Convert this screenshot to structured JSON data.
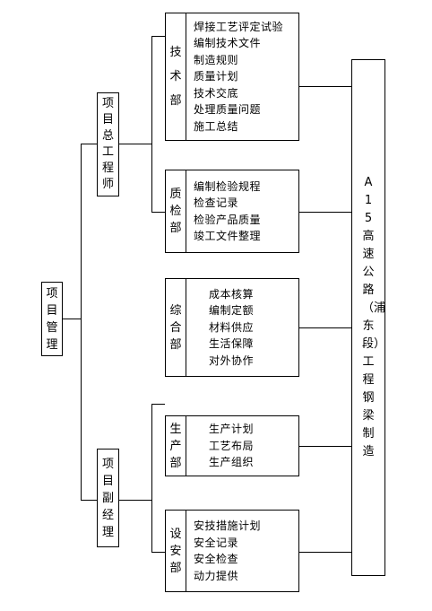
{
  "root": {
    "label": "项目管理"
  },
  "managers": [
    {
      "label": "项目总工程师"
    },
    {
      "label": "项目副经理"
    }
  ],
  "departments": [
    {
      "name": "技术部",
      "tasks": [
        "焊接工艺评定试验",
        "编制技术文件",
        "制造规则",
        "质量计划",
        "技术交底",
        "处理质量问题",
        "施工总结"
      ]
    },
    {
      "name": "质检部",
      "tasks": [
        "编制检验规程",
        "检查记录",
        "检验产品质量",
        "竣工文件整理"
      ]
    },
    {
      "name": "综合部",
      "tasks": [
        "成本核算",
        "编制定额",
        "材料供应",
        "生活保障",
        "对外协作"
      ]
    },
    {
      "name": "生产部",
      "tasks": [
        "生产计划",
        "工艺布局",
        "生产组织"
      ]
    },
    {
      "name": "设安部",
      "tasks": [
        "安技措施计划",
        "安全记录",
        "安全检查",
        "动力提供"
      ]
    }
  ],
  "project": {
    "label": "A15高速公路（浦东段）工程钢梁制造"
  }
}
